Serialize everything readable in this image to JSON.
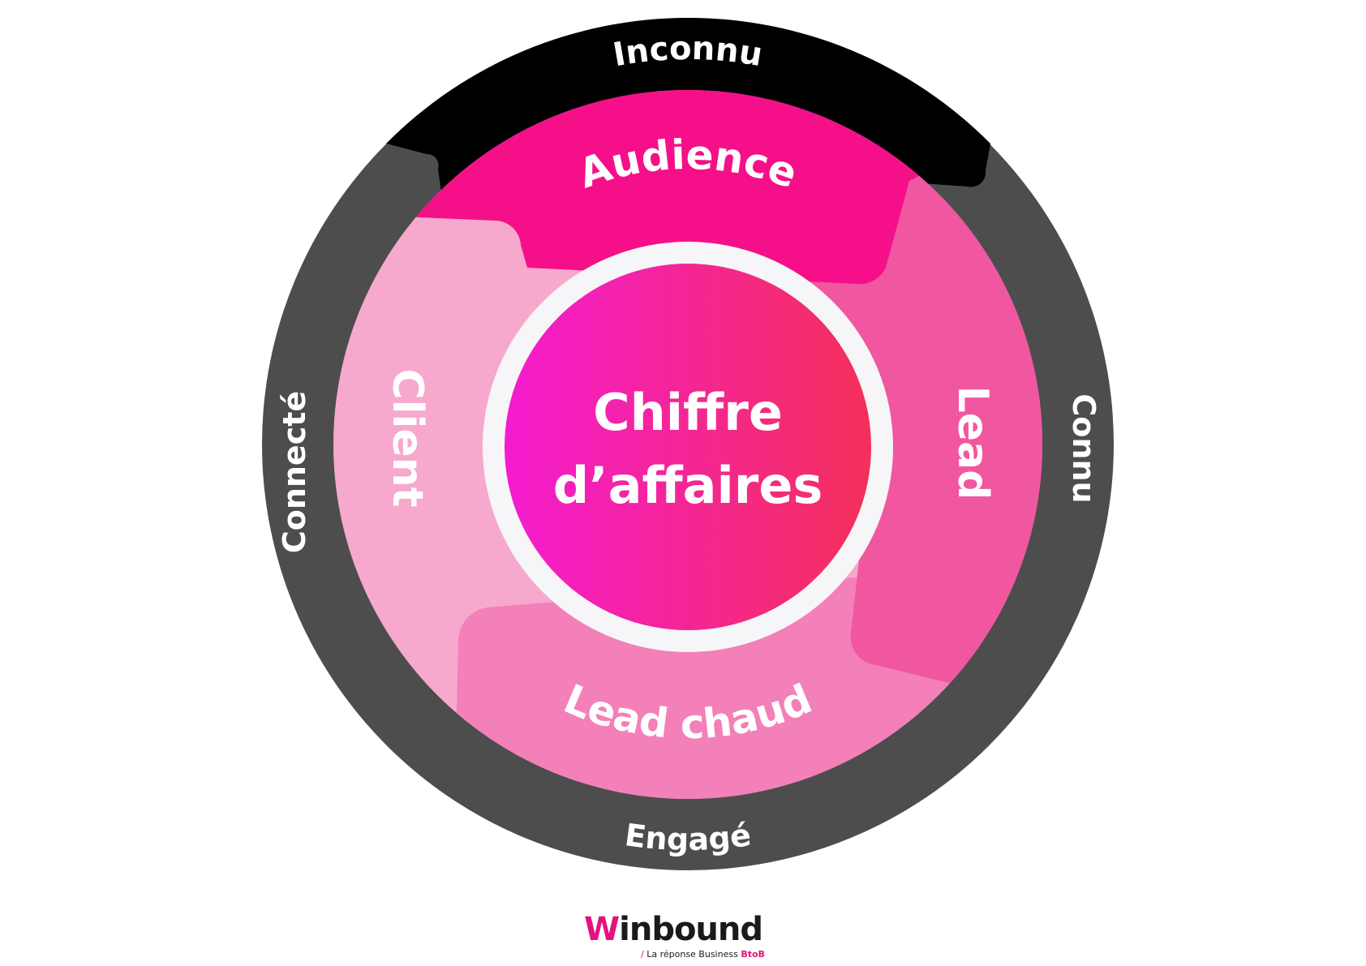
{
  "outer_ring": {
    "top_label": "Inconnu",
    "right_label": "Connu",
    "bottom_label": "Engagé",
    "left_label": "Connecté"
  },
  "segments": {
    "audience": "Audience",
    "lead": "Lead",
    "lead_chaud": "Lead chaud",
    "client": "Client"
  },
  "center": {
    "line1": "Chiffre",
    "line2": "d’affaires"
  },
  "logo": {
    "brand": "Winbound",
    "brand_first": "W",
    "brand_rest": "inbound",
    "tagline_slash": "/",
    "tagline": "La réponse Business",
    "tagline_accent": "BtoB"
  },
  "colors": {
    "outer_ring_dark": "#4d4d4d",
    "outer_ring_black": "#000000",
    "audience": "#f5108a",
    "lead": "#f057a0",
    "lead_chaud": "#f380b8",
    "client": "#f6a9cc",
    "center_gradient_start": "#f41cd0",
    "center_gradient_end": "#f3305a",
    "center_border": "#f6f6f8"
  }
}
